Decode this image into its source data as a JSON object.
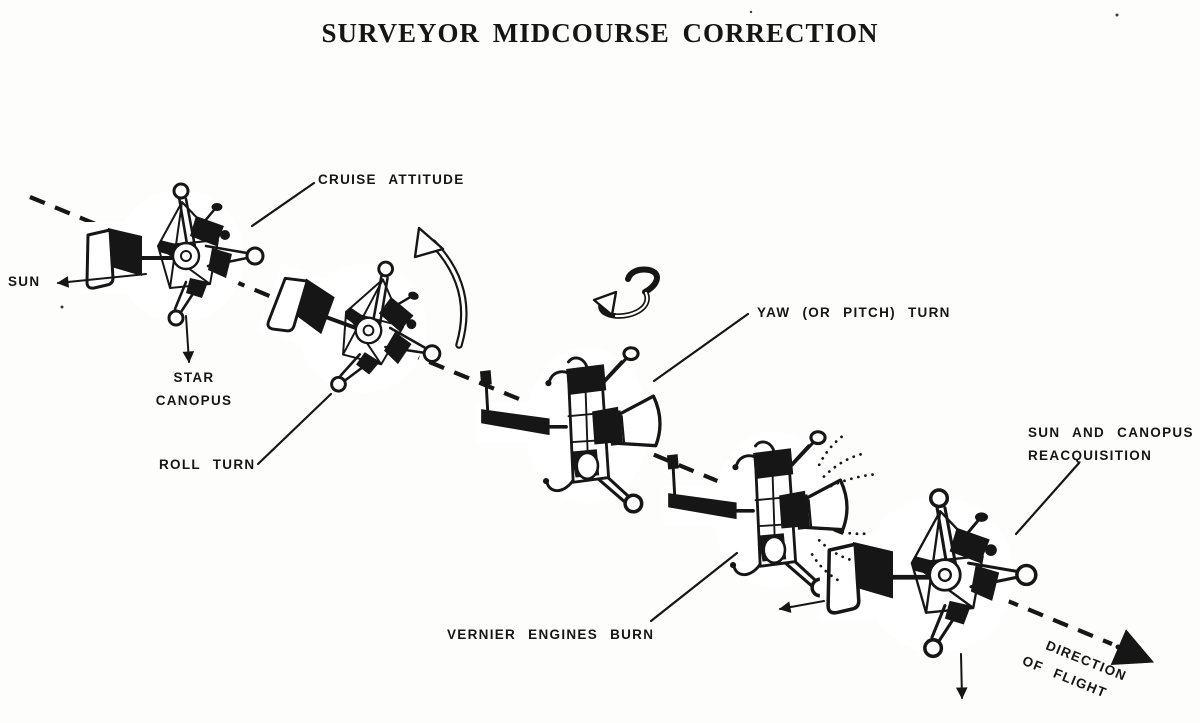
{
  "title": "SURVEYOR MIDCOURSE CORRECTION",
  "colors": {
    "ink": "#161616",
    "paper": "#fdfdfc"
  },
  "labels": {
    "cruise_attitude": "CRUISE ATTITUDE",
    "sun": "SUN",
    "star": "STAR",
    "canopus": "CANOPUS",
    "roll_turn": "ROLL TURN",
    "yaw_turn": "YAW (OR PITCH) TURN",
    "vernier_burn": "VERNIER ENGINES BURN",
    "reacquisition_line1": "SUN AND CANOPUS",
    "reacquisition_line2": "REACQUISITION",
    "direction_line1": "DIRECTION",
    "direction_line2": "OF FLIGHT"
  }
}
